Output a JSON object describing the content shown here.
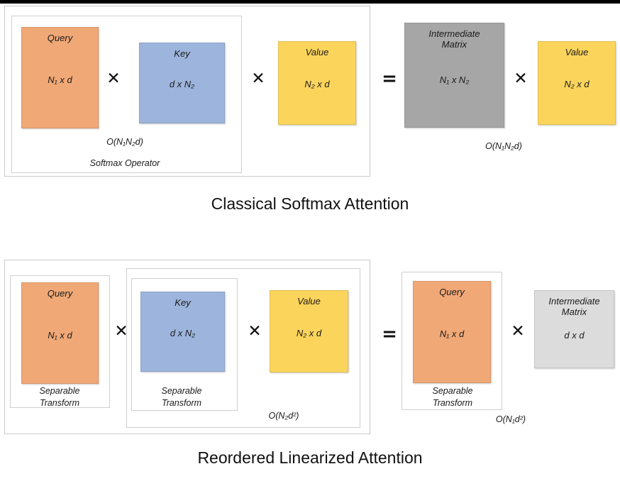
{
  "figure": {
    "sections": [
      {
        "id": "classical",
        "title": "Classical Softmax Attention",
        "left_group": {
          "inner_group_label": "Softmax Operator",
          "inner_group_cost": "O(N₁N₂d)",
          "matrices": [
            {
              "name": "Query",
              "dim": "N₁ x d",
              "color": "#F0A877"
            },
            {
              "name": "Key",
              "dim": "d x N₂",
              "color": "#9DB5DC"
            },
            {
              "name": "Value",
              "dim": "N₂ x d",
              "color": "#FBD45C"
            }
          ],
          "operators": [
            "✕",
            "✕"
          ]
        },
        "right_group": {
          "cost": "O(N₁N₂d)",
          "equals": "=",
          "matrices": [
            {
              "name": "Intermediate\nMatrix",
              "dim": "N₁ x N₂",
              "color": "#A6A6A6"
            },
            {
              "name": "Value",
              "dim": "N₂ x d",
              "color": "#FBD45C"
            }
          ],
          "operators": [
            "✕"
          ]
        }
      },
      {
        "id": "linearized",
        "title": "Reordered Linearized Attention",
        "left_group": {
          "query_box_label": "Separable\nTransform",
          "key_box_label": "Separable\nTransform",
          "kv_group_cost": "O(N₂d²)",
          "matrices": [
            {
              "name": "Query",
              "dim": "N₁ x d",
              "color": "#F0A877"
            },
            {
              "name": "Key",
              "dim": "d x N₂",
              "color": "#9DB5DC"
            },
            {
              "name": "Value",
              "dim": "N₂ x d",
              "color": "#FBD45C"
            }
          ],
          "operators": [
            "✕",
            "✕"
          ]
        },
        "right_group": {
          "cost": "O(N₁d²)",
          "equals": "=",
          "query_box_label": "Separable\nTransform",
          "matrices": [
            {
              "name": "Query",
              "dim": "N₁ x d",
              "color": "#F0A877"
            },
            {
              "name": "Intermediate\nMatrix",
              "dim": "d x d",
              "color": "#DCDCDC"
            }
          ],
          "operators": [
            "✕"
          ]
        }
      }
    ]
  }
}
